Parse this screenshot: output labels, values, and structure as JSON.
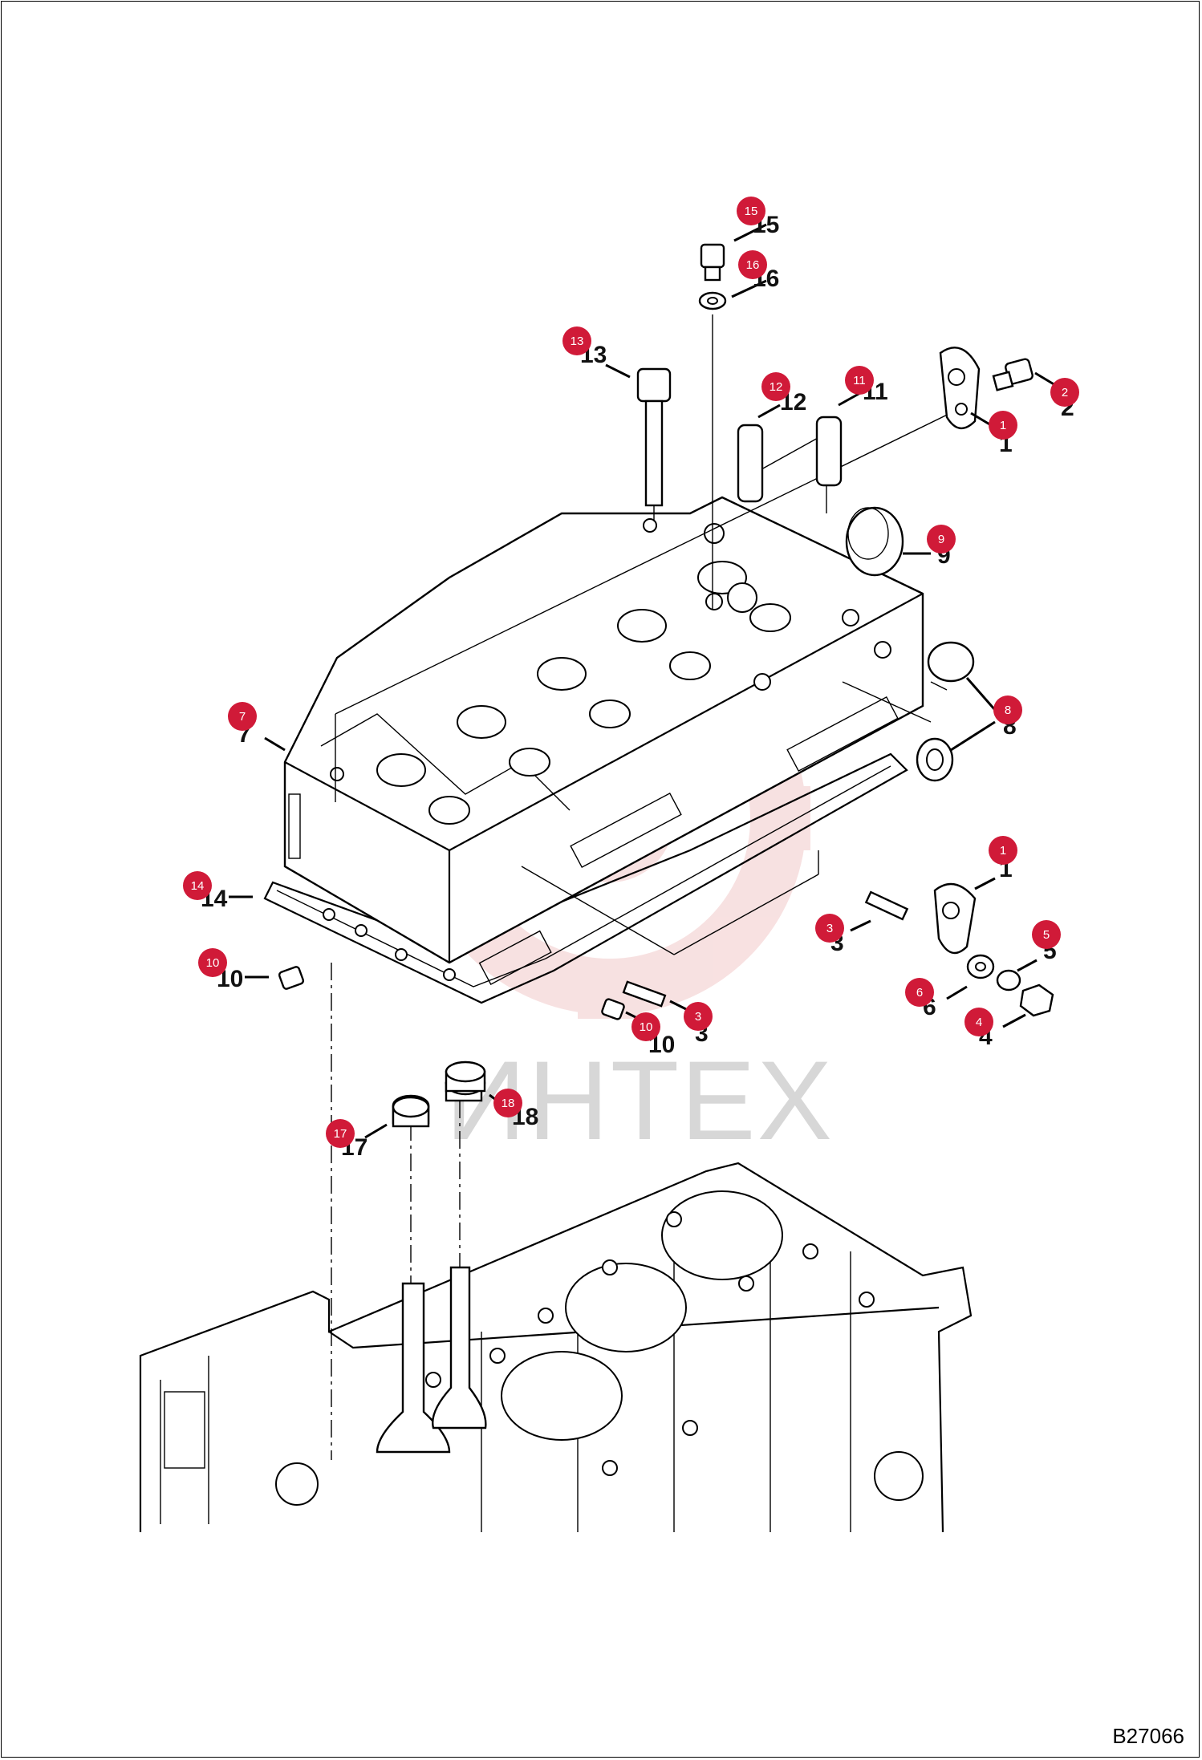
{
  "diagram": {
    "watermark_text": "ИНТЕХ",
    "reference_code": "B27066",
    "colors": {
      "badge": "#d01a38",
      "line": "#000000",
      "watermark": "#d7d7d7",
      "watermark_gear": "#f2c9c9"
    },
    "callouts": [
      {
        "badge": "15",
        "label": "15"
      },
      {
        "badge": "16",
        "label": "16"
      },
      {
        "badge": "13",
        "label": "13"
      },
      {
        "badge": "12",
        "label": "12"
      },
      {
        "badge": "11",
        "label": "11"
      },
      {
        "badge": "2",
        "label": "2"
      },
      {
        "badge": "1",
        "label": "1"
      },
      {
        "badge": "9",
        "label": "9"
      },
      {
        "badge": "8",
        "label": "8"
      },
      {
        "badge": "7",
        "label": "7"
      },
      {
        "badge": "1",
        "label": "1"
      },
      {
        "badge": "14",
        "label": "14"
      },
      {
        "badge": "3",
        "label": "3"
      },
      {
        "badge": "5",
        "label": "5"
      },
      {
        "badge": "10",
        "label": "10"
      },
      {
        "badge": "6",
        "label": "6"
      },
      {
        "badge": "4",
        "label": "4"
      },
      {
        "badge": "3",
        "label": "3"
      },
      {
        "badge": "10",
        "label": "10"
      },
      {
        "badge": "18",
        "label": "18"
      },
      {
        "badge": "17",
        "label": "17"
      }
    ]
  }
}
